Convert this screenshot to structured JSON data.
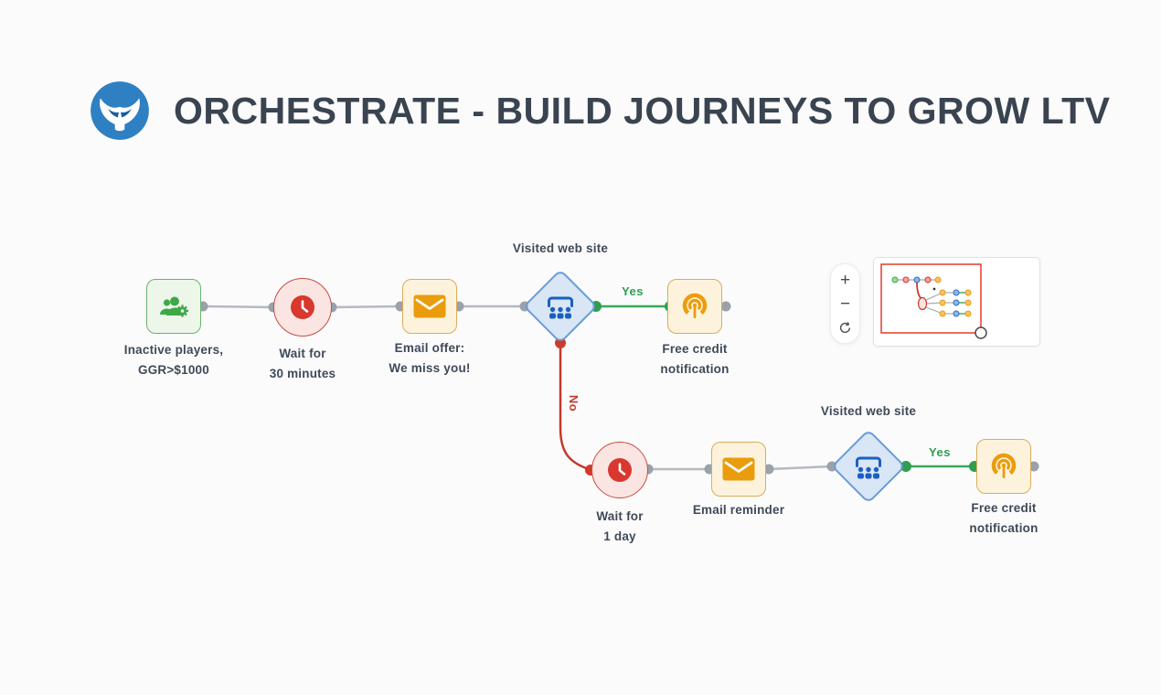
{
  "colors": {
    "background": "#fbfbfc",
    "title_text": "#3a4450",
    "label_text": "#3f4a57",
    "logo_blue": "#2f80c3",
    "segment_green": "#3fa846",
    "wait_red": "#d8382e",
    "email_orange": "#ea9c0c",
    "decision_blue": "#1b5fc1",
    "connector_gray": "#b5bac0",
    "port_gray": "#9aa1a9",
    "yes_green": "#2f9e4f",
    "no_red": "#c23a2c",
    "minimap_viewport_red": "#e23b2e"
  },
  "header": {
    "title": "ORCHESTRATE - BUILD JOURNEYS TO GROW LTV",
    "logo_icon": "whale-logo"
  },
  "flow": {
    "nodes": [
      {
        "id": "audience-segment",
        "type": "segment",
        "shape": "rounded-square",
        "icon": "users-gear-icon",
        "label_lines": [
          "Inactive players,",
          "GGR>$1000"
        ]
      },
      {
        "id": "wait-30-minutes",
        "type": "wait",
        "shape": "circle",
        "icon": "clock-icon",
        "label_lines": [
          "Wait for",
          "30 minutes"
        ]
      },
      {
        "id": "email-offer",
        "type": "email",
        "shape": "rounded-square",
        "icon": "envelope-icon",
        "label_lines": [
          "Email offer:",
          "We miss you!"
        ]
      },
      {
        "id": "decision-visited-web-site-1",
        "type": "decision",
        "shape": "diamond",
        "icon": "audience-icon",
        "label_lines": [
          "Visited web site"
        ]
      },
      {
        "id": "free-credit-notification-1",
        "type": "notification",
        "shape": "rounded-square",
        "icon": "broadcast-icon",
        "label_lines": [
          "Free credit",
          "notification"
        ]
      },
      {
        "id": "wait-1-day",
        "type": "wait",
        "shape": "circle",
        "icon": "clock-icon",
        "label_lines": [
          "Wait for",
          "1 day"
        ]
      },
      {
        "id": "email-reminder",
        "type": "email",
        "shape": "rounded-square",
        "icon": "envelope-icon",
        "label_lines": [
          "Email reminder"
        ]
      },
      {
        "id": "decision-visited-web-site-2",
        "type": "decision",
        "shape": "diamond",
        "icon": "audience-icon",
        "label_lines": [
          "Visited web site"
        ]
      },
      {
        "id": "free-credit-notification-2",
        "type": "notification",
        "shape": "rounded-square",
        "icon": "broadcast-icon",
        "label_lines": [
          "Free credit",
          "notification"
        ]
      }
    ],
    "edge_labels": [
      {
        "text": "Yes"
      },
      {
        "text": "No"
      },
      {
        "text": "Yes"
      }
    ]
  },
  "zoom_controls": {
    "zoom_in": "+",
    "zoom_out": "−",
    "refresh_icon": "refresh-icon"
  },
  "minimap": {
    "viewport_color": "#e23b2e"
  }
}
